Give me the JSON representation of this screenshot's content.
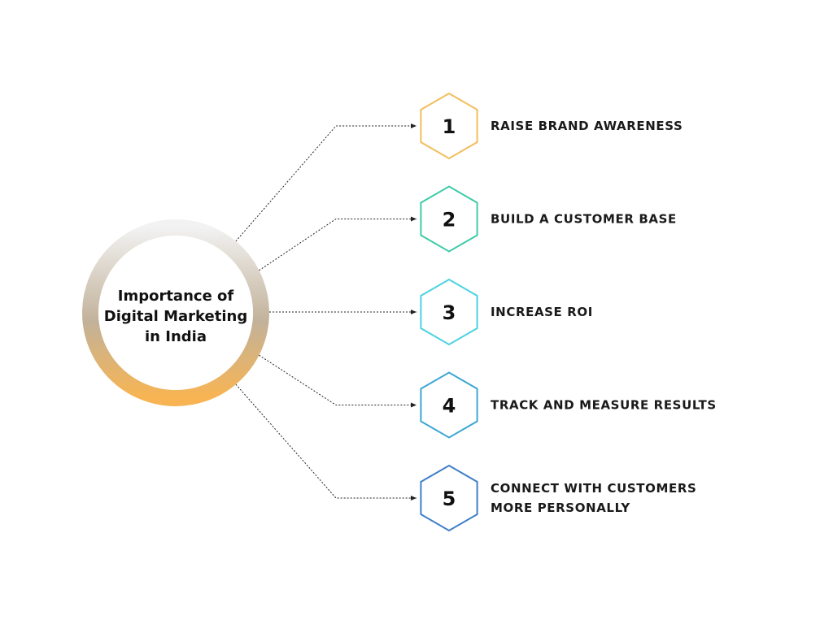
{
  "hub": {
    "lines": [
      "Importance of",
      "Digital Marketing",
      "in India"
    ]
  },
  "items": [
    {
      "number": "1",
      "lines": [
        "RAISE BRAND AWARENESS"
      ],
      "color": "#F2BE5C"
    },
    {
      "number": "2",
      "lines": [
        "BUILD A CUSTOMER BASE"
      ],
      "color": "#3FCBA8"
    },
    {
      "number": "3",
      "lines": [
        "INCREASE ROI"
      ],
      "color": "#4CD3DF"
    },
    {
      "number": "4",
      "lines": [
        "TRACK AND MEASURE RESULTS"
      ],
      "color": "#3EA7D4"
    },
    {
      "number": "5",
      "lines": [
        "CONNECT WITH CUSTOMERS",
        "MORE PERSONALLY"
      ],
      "color": "#3F7FC8"
    }
  ],
  "colors": {
    "ring_top": "#F2F2F2",
    "ring_mid": "#C2B29A",
    "ring_bottom": "#F8B452",
    "connector": "#222222"
  }
}
